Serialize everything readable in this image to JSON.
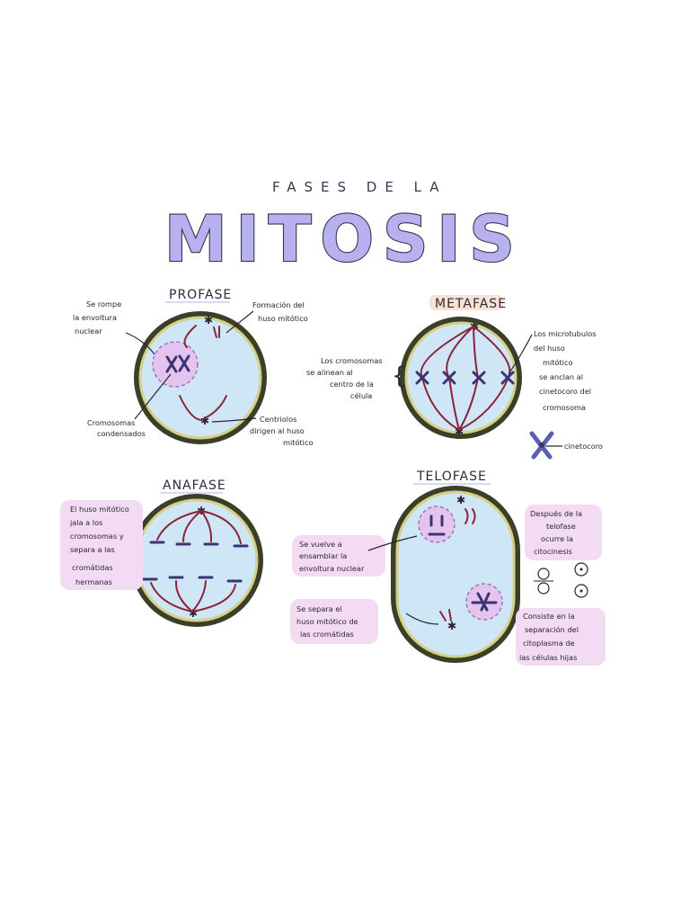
{
  "title": {
    "subtitle": "FASES DE LA",
    "main": "MITOSIS"
  },
  "phases": {
    "profase": {
      "name": "PROFASE",
      "labels": {
        "envoltura": [
          "Se rompe",
          "la envoltura",
          "nuclear"
        ],
        "formacion": [
          "Formación del",
          "huso mitótico"
        ],
        "cromosomas": [
          "Cromosomas",
          "condensados"
        ],
        "centriolos": [
          "Centriolos",
          "dirigen al huso",
          "mitótico"
        ]
      }
    },
    "metafase": {
      "name": "METAFASE",
      "labels": {
        "cromosomas": [
          "Los cromosomas",
          "se alinean al",
          "centro de la",
          "célula"
        ],
        "microtubulos": [
          "Los microtubulos",
          "del huso",
          "mitótico",
          "se anclan al",
          "cinetocoro del",
          "cromosoma"
        ],
        "cinetocoro": [
          "cinetocoro"
        ]
      }
    },
    "anafase": {
      "name": "ANAFASE",
      "labels": {
        "huso": [
          "El huso mitótico",
          "jala a los",
          "cromosomas y",
          "separa a las",
          "cromátidas",
          "hermanas"
        ]
      }
    },
    "telofase": {
      "name": "TELOFASE",
      "labels": {
        "envoltura": [
          "Se vuelve a",
          "ensamblar la",
          "envoltura nuclear"
        ],
        "separa": [
          "Se separa el",
          "huso mitótico de",
          "las cromátidas"
        ],
        "despues": [
          "Después de la",
          "telofase",
          "ocurre la",
          "citocinesis"
        ],
        "consiste": [
          "Consiste en la",
          "separación del",
          "citoplasma de",
          "las células hijas"
        ]
      }
    }
  },
  "colors": {
    "title_fill": "#b7b1ef",
    "cell_fill": "#cfe6f6",
    "cell_ring": "#3a3f28",
    "spindle": "#8b2338",
    "chromosome": "#3e3370",
    "nucleus": "#e2c4ee",
    "highlight_pink": "#f3dcf3",
    "highlight_peach": "#f8e2d2"
  }
}
